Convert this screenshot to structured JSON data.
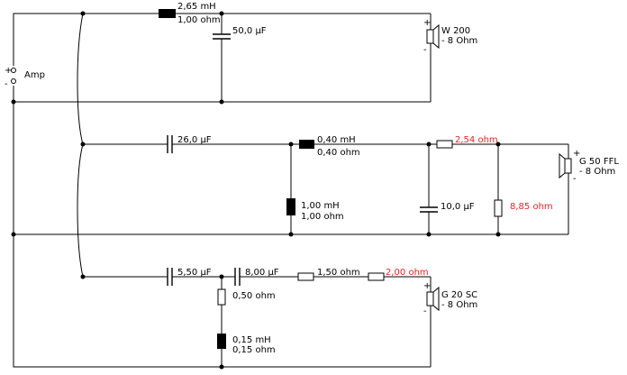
{
  "amp": {
    "plus": "+",
    "minus": "-",
    "label": "Amp"
  },
  "woofer": {
    "l1": {
      "value": "2,65 mH",
      "resistance": "1,00 ohm"
    },
    "c1": {
      "value": "50,0 µF"
    },
    "speaker": {
      "name": "W 200",
      "impedance": "- 8 Ohm",
      "plus": "+",
      "minus": "-"
    }
  },
  "mid": {
    "c1": {
      "value": "26,0 µF"
    },
    "l1": {
      "value": "0,40 mH",
      "resistance": "0,40 ohm"
    },
    "l2": {
      "value": "1,00 mH",
      "resistance": "1,00 ohm"
    },
    "r1": {
      "value": "2,54 ohm"
    },
    "c2": {
      "value": "10,0 µF"
    },
    "r2": {
      "value": "8,85 ohm"
    },
    "speaker": {
      "name": "G 50 FFL",
      "impedance": "- 8 Ohm",
      "plus": "+",
      "minus": "-"
    }
  },
  "tweeter": {
    "c1": {
      "value": "5,50 µF"
    },
    "c2": {
      "value": "8,00 µF"
    },
    "r1": {
      "value": "1,50 ohm"
    },
    "r2": {
      "value": "2,00 ohm"
    },
    "r3": {
      "value": "0,50 ohm"
    },
    "l1": {
      "value": "0,15 mH",
      "resistance": "0,15 ohm"
    },
    "speaker": {
      "name": "G 20 SC",
      "impedance": "- 8 Ohm",
      "plus": "+",
      "minus": "-"
    }
  },
  "colors": {
    "wire": "#000000",
    "highlight": "#ee2222"
  }
}
